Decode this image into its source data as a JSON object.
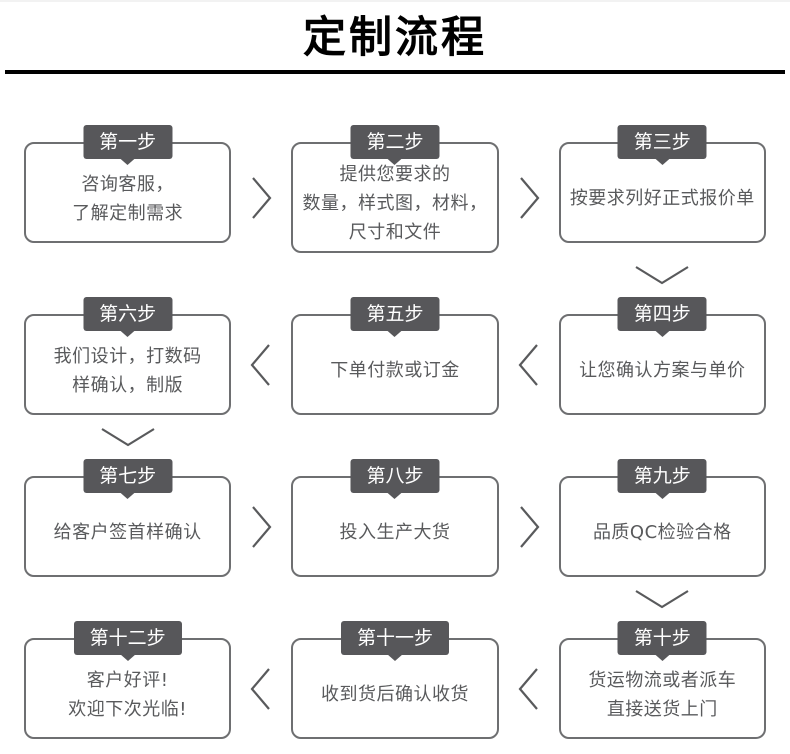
{
  "title": "定制流程",
  "colors": {
    "badge_bg": "#57575a",
    "badge_text": "#ffffff",
    "box_border": "#6e6f71",
    "body_text": "#595a5c",
    "title_text": "#000000",
    "arrow": "#595a5c"
  },
  "steps": [
    {
      "badge": "第一步",
      "lines": [
        "咨询客服，",
        "了解定制需求"
      ]
    },
    {
      "badge": "第二步",
      "lines": [
        "提供您要求的",
        "数量，样式图，材料，",
        "尺寸和文件"
      ]
    },
    {
      "badge": "第三步",
      "lines": [
        "按要求列好正式报价单"
      ]
    },
    {
      "badge": "第四步",
      "lines": [
        "让您确认方案与单价"
      ]
    },
    {
      "badge": "第五步",
      "lines": [
        "下单付款或订金"
      ]
    },
    {
      "badge": "第六步",
      "lines": [
        "我们设计，打数码",
        "样确认，制版"
      ]
    },
    {
      "badge": "第七步",
      "lines": [
        "给客户签首样确认"
      ]
    },
    {
      "badge": "第八步",
      "lines": [
        "投入生产大货"
      ]
    },
    {
      "badge": "第九步",
      "lines": [
        "品质QC检验合格"
      ]
    },
    {
      "badge": "第十步",
      "lines": [
        "货运物流或者派车",
        "直接送货上门"
      ]
    },
    {
      "badge": "第十一步",
      "lines": [
        "收到货后确认收货"
      ]
    },
    {
      "badge": "第十二步",
      "lines": [
        "客户好评!",
        "欢迎下次光临!"
      ]
    }
  ]
}
